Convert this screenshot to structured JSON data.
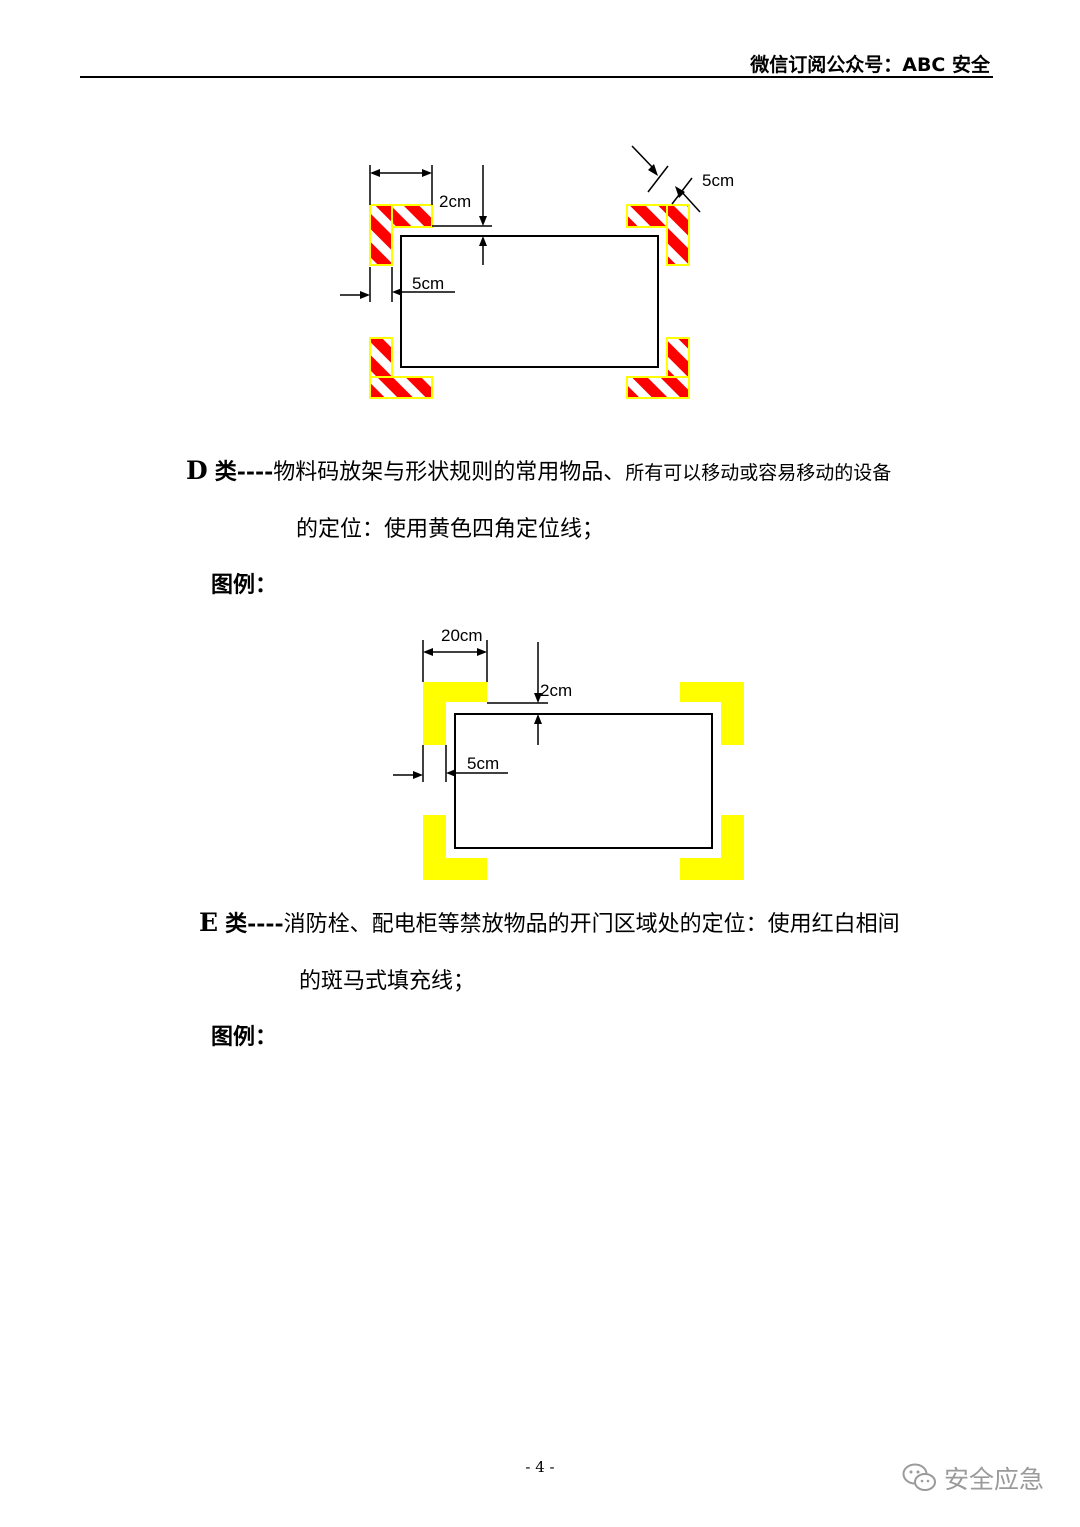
{
  "header": {
    "text": "微信订阅公众号：ABC 安全"
  },
  "figure_c": {
    "labels": {
      "width_2cm": "2cm",
      "gap_5cm": "5cm",
      "stripe_5cm": "5cm"
    },
    "colors": {
      "stripe_red": "#ff0000",
      "border_yellow": "#ffff00",
      "stripe_white": "#ffffff"
    }
  },
  "section_d": {
    "letter": "D",
    "word": "类",
    "dashes": "----",
    "text_main": "物料码放架与形状规则的常用物品、",
    "text_small": "所有可以移动或容易移动的设备",
    "line2": "的定位：使用黄色四角定位线；"
  },
  "legend_d": "图例：",
  "figure_d": {
    "labels": {
      "width_20cm": "20cm",
      "gap_2cm": "2cm",
      "gap_5cm": "5cm"
    },
    "colors": {
      "corner_yellow": "#ffff00"
    }
  },
  "section_e": {
    "letter": "E",
    "word": "类",
    "dashes": "----",
    "text": "消防栓、配电柜等禁放物品的开门区域处的定位：使用红白相间",
    "line2": "的斑马式填充线；"
  },
  "legend_e": "图例：",
  "footer": {
    "page_number": "- 4 -",
    "watermark": "安全应急",
    "watermark_icon": "wechat-icon"
  }
}
